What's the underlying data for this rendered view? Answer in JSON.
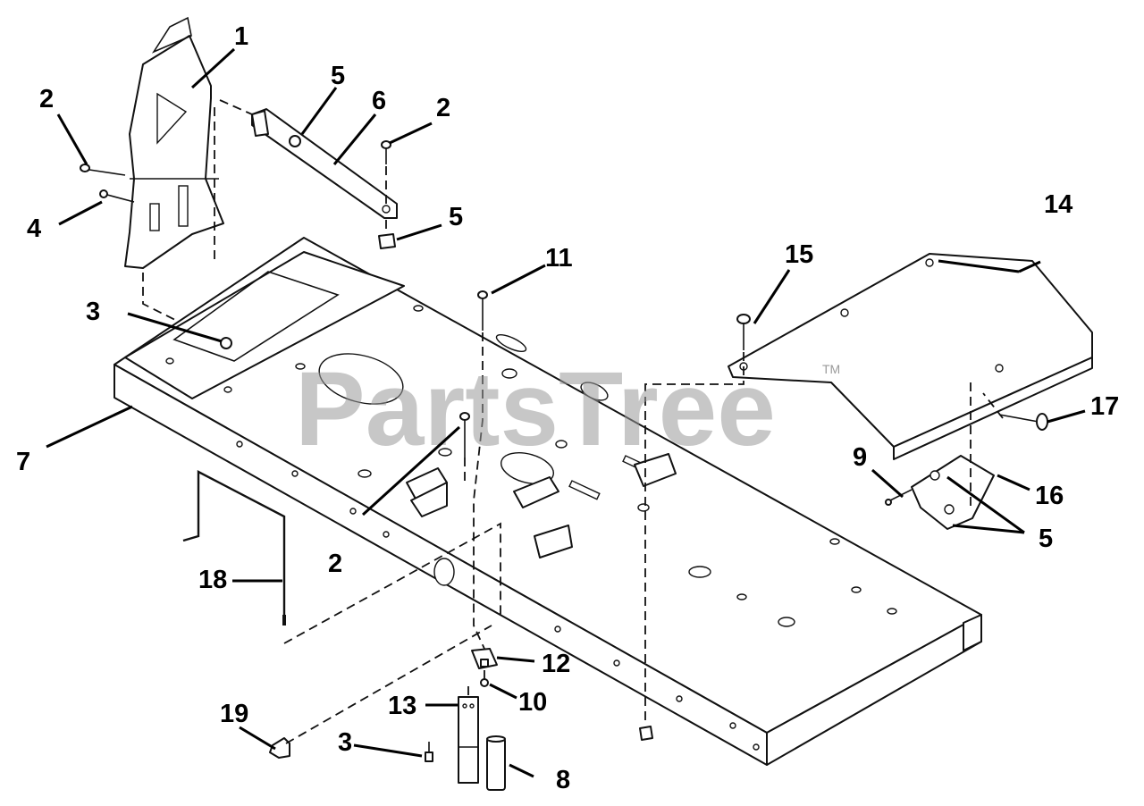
{
  "watermark": {
    "brand": "PartsTree",
    "trademark": "TM"
  },
  "callouts": [
    {
      "id": "c1",
      "label": "1"
    },
    {
      "id": "c2a",
      "label": "2"
    },
    {
      "id": "c2b",
      "label": "2"
    },
    {
      "id": "c2c",
      "label": "2"
    },
    {
      "id": "c3a",
      "label": "3"
    },
    {
      "id": "c3b",
      "label": "3"
    },
    {
      "id": "c4",
      "label": "4"
    },
    {
      "id": "c5a",
      "label": "5"
    },
    {
      "id": "c5b",
      "label": "5"
    },
    {
      "id": "c5c",
      "label": "5"
    },
    {
      "id": "c6",
      "label": "6"
    },
    {
      "id": "c7",
      "label": "7"
    },
    {
      "id": "c8",
      "label": "8"
    },
    {
      "id": "c9",
      "label": "9"
    },
    {
      "id": "c10",
      "label": "10"
    },
    {
      "id": "c11",
      "label": "11"
    },
    {
      "id": "c12",
      "label": "12"
    },
    {
      "id": "c13",
      "label": "13"
    },
    {
      "id": "c14",
      "label": "14"
    },
    {
      "id": "c15",
      "label": "15"
    },
    {
      "id": "c16",
      "label": "16"
    },
    {
      "id": "c17",
      "label": "17"
    },
    {
      "id": "c18",
      "label": "18"
    },
    {
      "id": "c19",
      "label": "19"
    }
  ]
}
